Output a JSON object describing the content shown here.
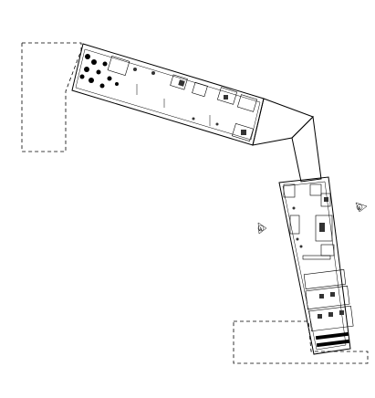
{
  "drawing": {
    "type": "architectural floor plan",
    "stroke_color": "#000000",
    "background": "#ffffff"
  },
  "markers": [
    {
      "id": "north-marker-left",
      "label": "A"
    },
    {
      "id": "north-marker-right",
      "label": "A"
    }
  ]
}
